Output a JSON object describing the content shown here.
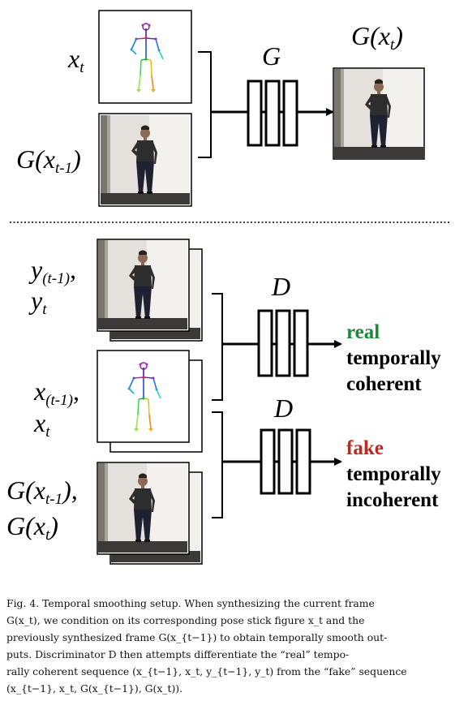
{
  "labels": {
    "xt_base": "x",
    "xt_sub": "t",
    "gprev_base": "G(x",
    "gprev_sub": "t-1",
    "gprev_close": ")",
    "G": "G",
    "gout_base": "G(x",
    "gout_sub": "t",
    "gout_close": ")",
    "D1": "D",
    "D2": "D",
    "y_prev_base": "y",
    "y_prev_sub": "(t-1)",
    "y_prev_comma": ",",
    "yt_base": "y",
    "yt_sub": "t",
    "x_prev_base": "x",
    "x_prev_sub": "(t-1)",
    "x_prev_comma": ",",
    "xt2_base": "x",
    "xt2_sub": "t",
    "gprev2_base": "G(x",
    "gprev2_sub": "t-1",
    "gprev2_close": "),",
    "gt2_base": "G(x",
    "gt2_sub": "t",
    "gt2_close": ")"
  },
  "outputs": {
    "real": "real",
    "real_line2": "temporally",
    "real_line3": "coherent",
    "fake": "fake",
    "fake_line2": "temporally",
    "fake_line3": "incoherent"
  },
  "colors": {
    "real": "#1b8a3a",
    "fake": "#c0281e"
  },
  "caption": {
    "line1": "Fig. 4.  Temporal smoothing setup. When synthesizing the current frame",
    "line2": "G(x_t), we condition on its corresponding pose stick figure x_t and the",
    "line3": "previously synthesized frame G(x_{t−1}) to obtain temporally smooth out-",
    "line4": "puts. Discriminator D then attempts differentiate the “real” tempo-",
    "line5": "rally coherent sequence (x_{t−1}, x_t, y_{t−1}, y_t) from the “fake” sequence",
    "line6": "(x_{t−1}, x_t, G(x_{t−1}), G(x_t))."
  }
}
